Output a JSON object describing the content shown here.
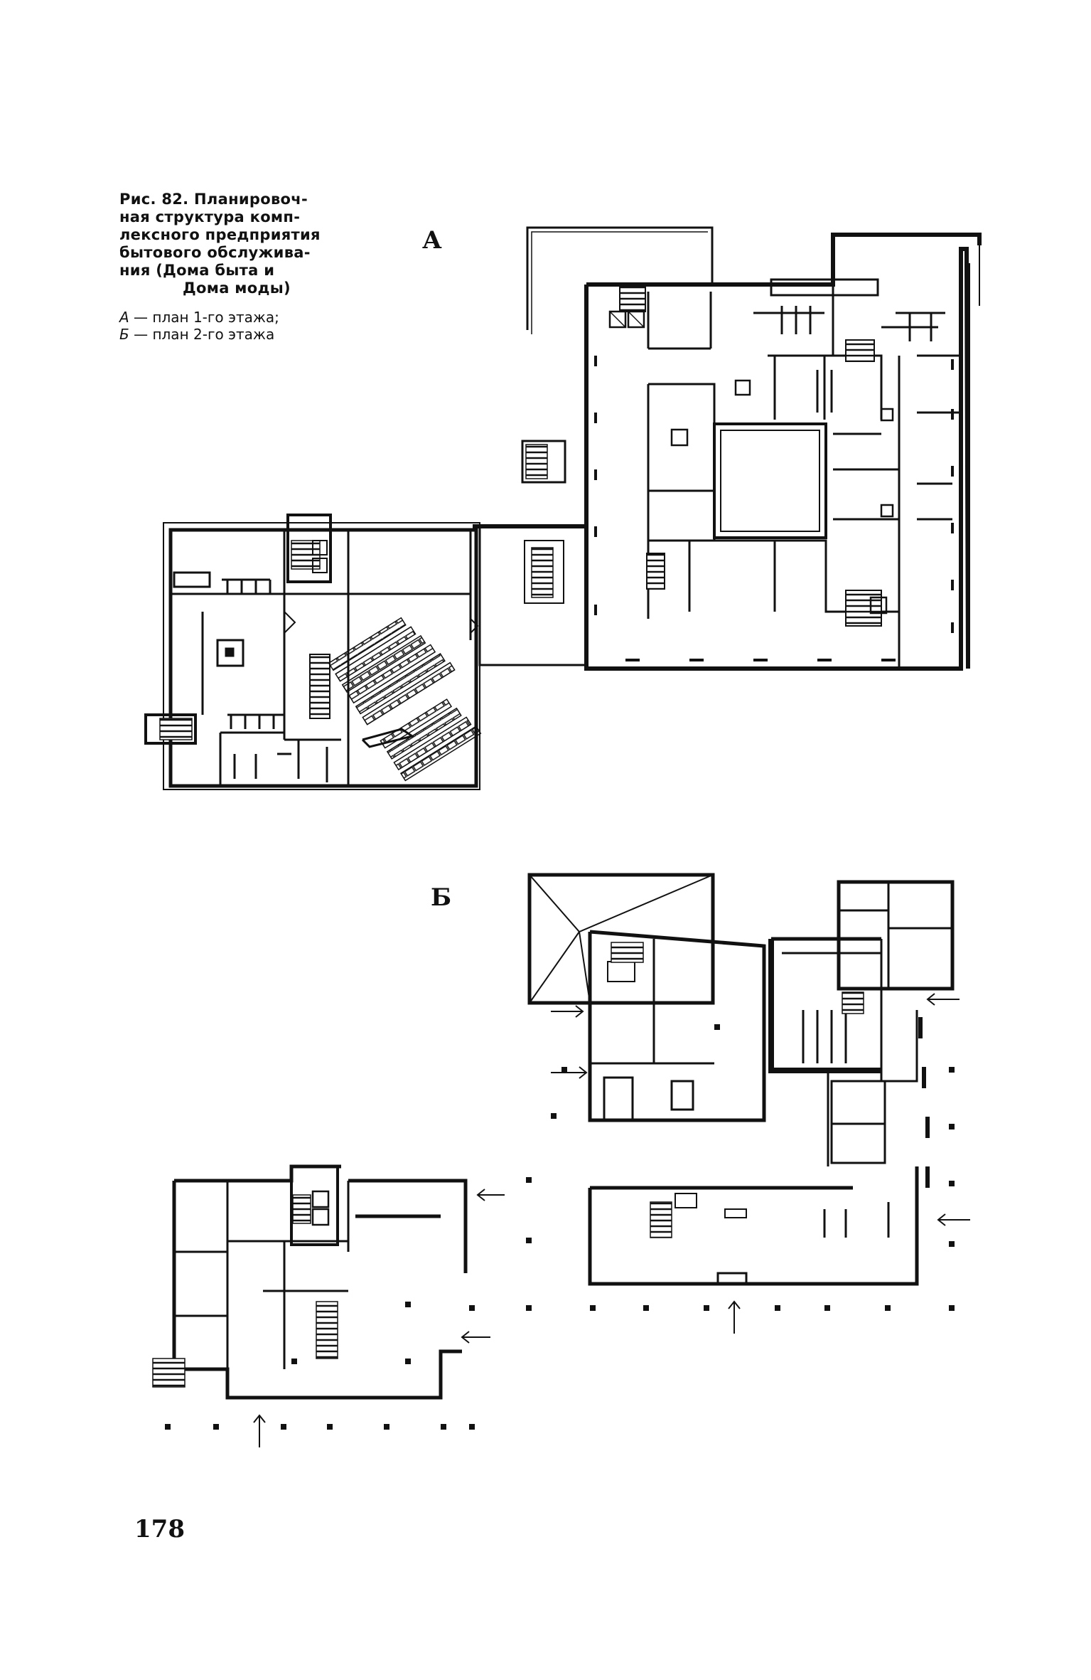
{
  "caption": {
    "lines": [
      "Рис. 82. Планировоч-",
      "ная структура комп-",
      "лексного предприятия",
      "бытового обслужива-",
      "ния (Дома быта и",
      "Дома моды)"
    ]
  },
  "legend": {
    "a_letter": "А",
    "a_text": "— план 1-го этажа;",
    "b_letter": "Б",
    "b_text": "— план 2-го этажа"
  },
  "plan_labels": {
    "a": "А",
    "b": "Б"
  },
  "page_number": "178"
}
